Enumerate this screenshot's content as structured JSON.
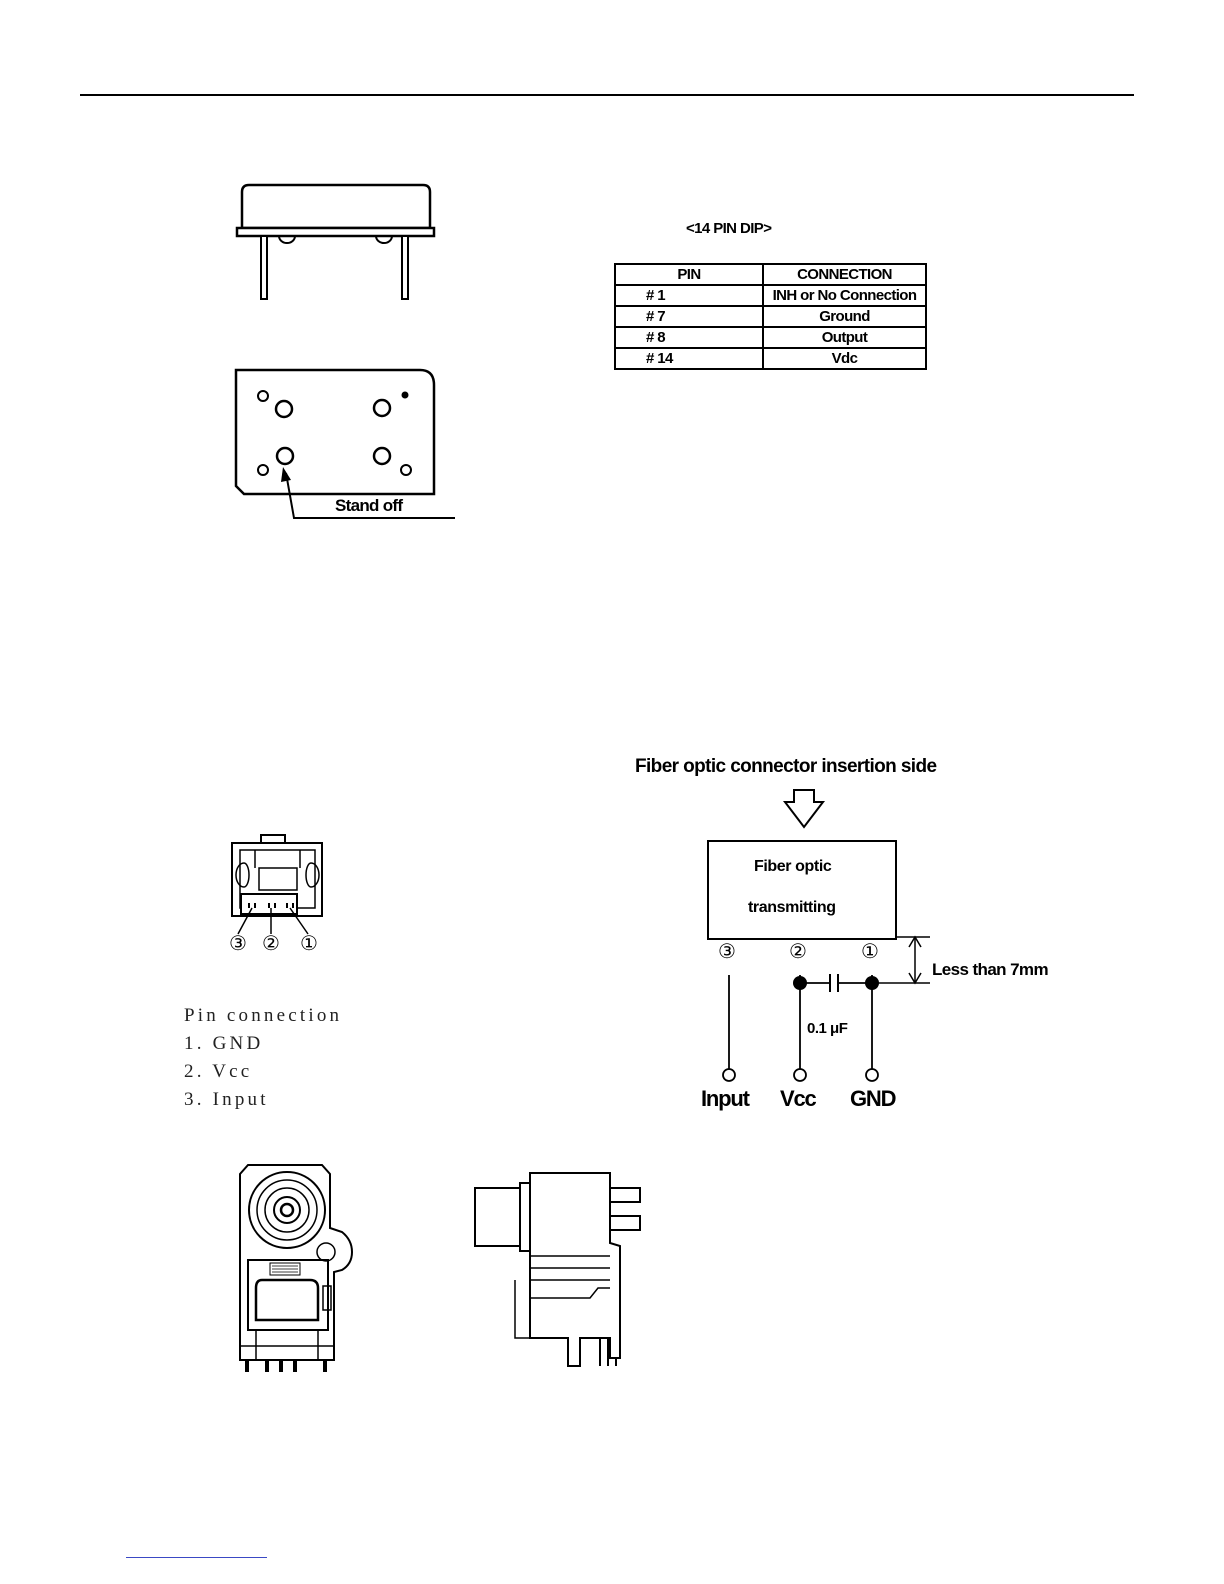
{
  "oscillator_table": {
    "title": "<14 PIN DIP>",
    "headers": [
      "PIN",
      "CONNECTION"
    ],
    "rows": [
      {
        "pin": "# 1",
        "connection": "INH or No Connection"
      },
      {
        "pin": "# 7",
        "connection": "Ground"
      },
      {
        "pin": "# 8",
        "connection": "Output"
      },
      {
        "pin": "# 14",
        "connection": "Vdc"
      }
    ]
  },
  "oscillator_bottom": {
    "callout": "Stand off"
  },
  "optical_pinout": {
    "numbers": [
      "③",
      "②",
      "①"
    ],
    "title": "Pin connection",
    "items": [
      "1. GND",
      "2. Vcc",
      "3. Input"
    ]
  },
  "fiber_diagram": {
    "insertion_label": "Fiber optic connector insertion side",
    "box_line1": "Fiber optic",
    "box_line2": "transmitting",
    "pin_numbers": [
      "③",
      "②",
      "①"
    ],
    "capacitor_label": "0.1 μF",
    "distance_label": "Less than 7mm",
    "terminal_labels": [
      "Input",
      "Vcc",
      "GND"
    ]
  }
}
